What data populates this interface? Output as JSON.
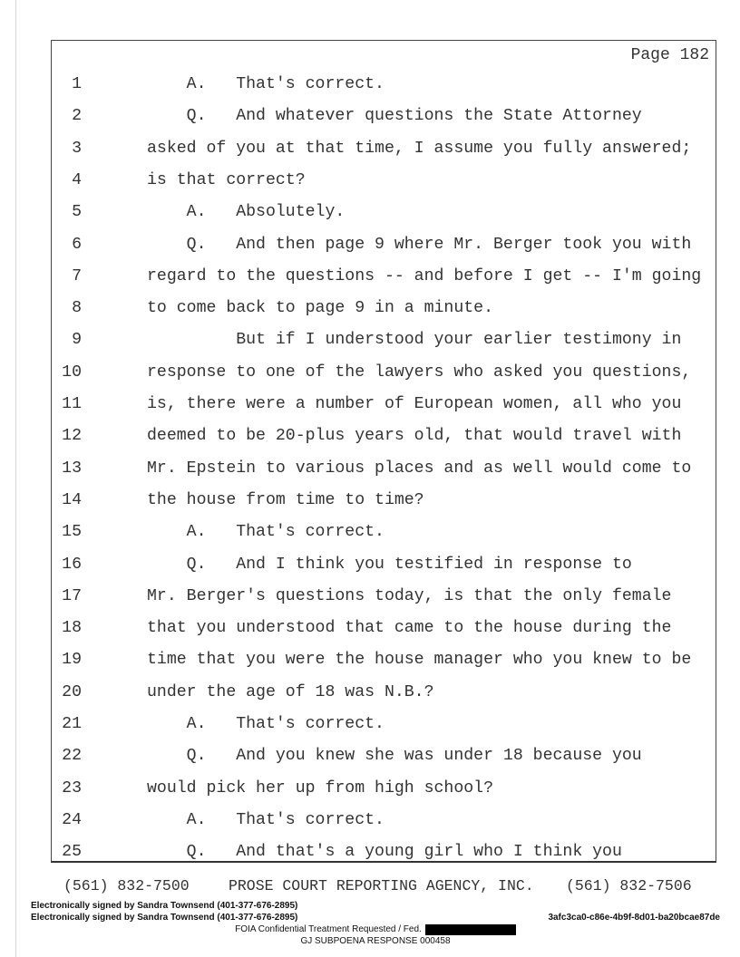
{
  "page_header": "Page 182",
  "lines": [
    {
      "n": "1",
      "t": "    A.   That's correct."
    },
    {
      "n": "2",
      "t": "    Q.   And whatever questions the State Attorney"
    },
    {
      "n": "3",
      "t": "asked of you at that time, I assume you fully answered;"
    },
    {
      "n": "4",
      "t": "is that correct?"
    },
    {
      "n": "5",
      "t": "    A.   Absolutely."
    },
    {
      "n": "6",
      "t": "    Q.   And then page 9 where Mr. Berger took you with"
    },
    {
      "n": "7",
      "t": "regard to the questions -- and before I get -- I'm going"
    },
    {
      "n": "8",
      "t": "to come back to page 9 in a minute."
    },
    {
      "n": "9",
      "t": "         But if I understood your earlier testimony in"
    },
    {
      "n": "10",
      "t": "response to one of the lawyers who asked you questions,"
    },
    {
      "n": "11",
      "t": "is, there were a number of European women, all who you"
    },
    {
      "n": "12",
      "t": "deemed to be 20-plus years old, that would travel with"
    },
    {
      "n": "13",
      "t": "Mr. Epstein to various places and as well would come to"
    },
    {
      "n": "14",
      "t": "the house from time to time?"
    },
    {
      "n": "15",
      "t": "    A.   That's correct."
    },
    {
      "n": "16",
      "t": "    Q.   And I think you testified in response to"
    },
    {
      "n": "17",
      "t": "Mr. Berger's questions today, is that the only female"
    },
    {
      "n": "18",
      "t": "that you understood that came to the house during the"
    },
    {
      "n": "19",
      "t": "time that you were the house manager who you knew to be"
    },
    {
      "n": "20",
      "t": "under the age of 18 was N.B.?"
    },
    {
      "n": "21",
      "t": "    A.   That's correct."
    },
    {
      "n": "22",
      "t": "    Q.   And you knew she was under 18 because you"
    },
    {
      "n": "23",
      "t": "would pick her up from high school?"
    },
    {
      "n": "24",
      "t": "    A.   That's correct."
    },
    {
      "n": "25",
      "t": "    Q.   And that's a young girl who I think you"
    }
  ],
  "footer": {
    "phone_left": "(561) 832-7500",
    "agency": "PROSE COURT REPORTING AGENCY, INC.",
    "phone_right": "(561) 832-7506"
  },
  "signatures": [
    "Electronically signed by Sandra Townsend (401-377-676-2895)",
    "Electronically signed by Sandra Townsend (401-377-676-2895)"
  ],
  "hash": "3afc3ca0-c86e-4b9f-8d01-ba20bcae87de",
  "foia": "FOIA Confidential Treatment Requested / Fed.",
  "bates": "GJ SUBPOENA RESPONSE 000458"
}
